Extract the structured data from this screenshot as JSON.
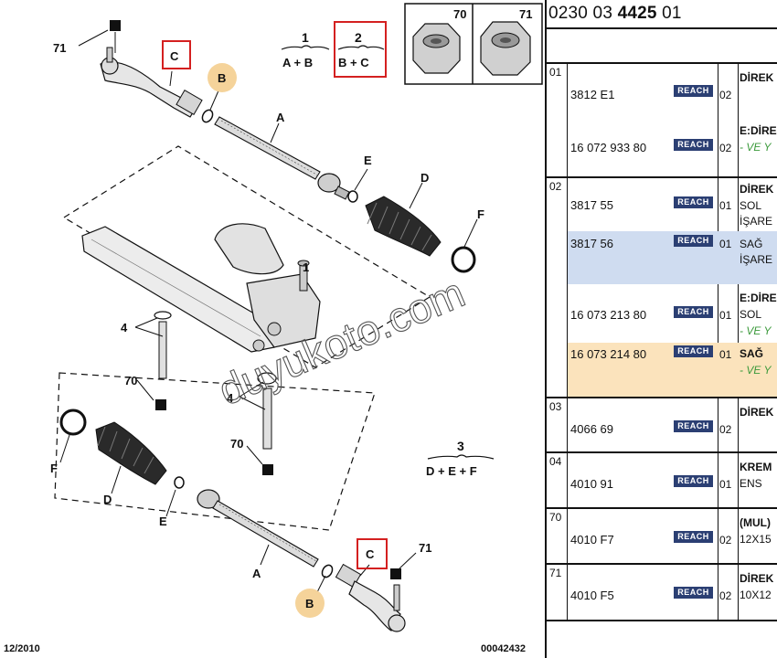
{
  "header": {
    "ref_a": "0230 03 ",
    "ref_b": "4425",
    "ref_c": " 01"
  },
  "nuts": {
    "n70": "70",
    "n71": "71"
  },
  "legend": {
    "g1_num": "1",
    "g1_text": "A + B",
    "g2_num": "2",
    "g2_text": "B + C",
    "g3_num": "3",
    "g3_text": "D + E + F"
  },
  "callouts": {
    "c71a": "71",
    "c71b": "71",
    "c70a": "70",
    "c70b": "70",
    "cA1": "A",
    "cA2": "A",
    "cB1": "B",
    "cB2": "B",
    "cC1": "C",
    "cC2": "C",
    "cD1": "D",
    "cD2": "D",
    "cE1": "E",
    "cE2": "E",
    "cF1": "F",
    "cF2": "F",
    "c1": "1",
    "c4a": "4",
    "c4b": "4"
  },
  "watermark": "duyukoto.com",
  "footer": {
    "date": "12/2010",
    "number": "00042432"
  },
  "reach_label": "REACH",
  "colors": {
    "reach_bg": "#2b3f73",
    "highlight_blue": "#cfdcf0",
    "highlight_orange": "#fbe3bc",
    "callout_box": "#d42020",
    "callout_circle": "#f5d39a"
  },
  "table": {
    "r01": {
      "idx": "01",
      "code1": "3812 E1",
      "qty1": "02",
      "desc1": "DİREK",
      "code2": "16 072 933 80",
      "qty2": "02",
      "desc2a": "E:DİRE",
      "desc2b": "- VE Y"
    },
    "r02": {
      "idx": "02",
      "code1": "3817 55",
      "qty1": "01",
      "desc1a": "DİREK",
      "desc1b": "SOL",
      "desc1c": "İŞARE",
      "code2": "3817 56",
      "qty2": "01",
      "desc2a": "SAĞ",
      "desc2b": "İŞARE",
      "code3": "16 073 213 80",
      "qty3": "01",
      "desc3a": "E:DİRE",
      "desc3b": "SOL",
      "desc3c": "- VE Y",
      "code4": "16 073 214 80",
      "qty4": "01",
      "desc4a": "SAĞ",
      "desc4b": "- VE Y"
    },
    "r03": {
      "idx": "03",
      "code": "4066 69",
      "qty": "02",
      "desc": "DİREK"
    },
    "r04": {
      "idx": "04",
      "code": "4010 91",
      "qty": "01",
      "desc1": "KREM",
      "desc2": "ENS"
    },
    "r70": {
      "idx": "70",
      "code": "4010 F7",
      "qty": "02",
      "desc1": "(MUL)",
      "desc2": "12X15"
    },
    "r71": {
      "idx": "71",
      "code": "4010 F5",
      "qty": "02",
      "desc1": "DİREK",
      "desc2": "10X12"
    }
  }
}
